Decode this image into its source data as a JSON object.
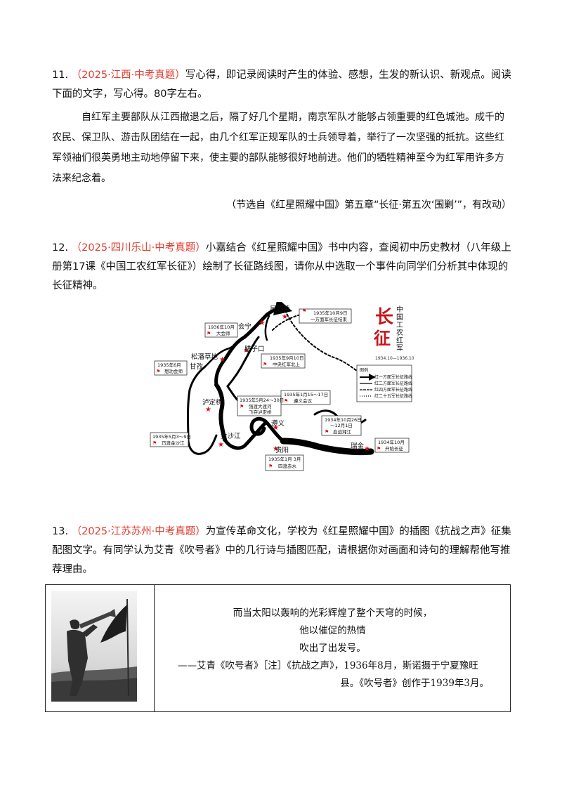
{
  "q11": {
    "num": "11.",
    "source": "（2025·江西·中考真题）",
    "prompt": "写心得，即记录阅读时产生的体验、感想，生发的新认识、新观点。阅读下面的文字，写心得。80字左右。",
    "passage": "自红军主要部队从江西撤退之后，隔了好几个星期，南京军队才能够占领重要的红色城池。成千的农民、保卫队、游击队团结在一起，由几个红军正规军队的士兵领导着，举行了一次坚强的抵抗。这些红军领袖们很英勇地主动地停留下来，使主要的部队能够很好地前进。他们的牺牲精神至今为红军用许多方法来纪念着。",
    "citation": "（节选自《红星照耀中国》第五章“长征·第五次‘围剿’”，有改动）"
  },
  "q12": {
    "num": "12.",
    "source": "（2025·四川乐山·中考真题）",
    "prompt": "小嘉结合《红星照耀中国》书中内容，查阅初中历史教材（八年级上册第17课《中国工农红军长征》）绘制了长征路线图，请你从中选取一个事件向同学们分析其中体现的长征精神。"
  },
  "map": {
    "title": "中国工农红军",
    "calligraphy": "长征",
    "dates": "1934.10—1936.10",
    "places": {
      "wuqizhen": "吴起镇",
      "huining": "会宁",
      "lazikou": "腊子口",
      "songpan": "松潘草地",
      "ganzi": "甘孜",
      "luding": "泸定桥",
      "jinsha": "金沙江",
      "zunyi": "遵义",
      "guiyang": "贵阳",
      "ruijin": "瑞金"
    },
    "events": {
      "e1": [
        "1935年10月9日",
        "一方面军长征结束"
      ],
      "e2": [
        "1936年10月",
        "大会师"
      ],
      "e3": [
        "1935年9月10日",
        "中央红军北上"
      ],
      "e4": [
        "1935年6月",
        "懋功会师"
      ],
      "e5": [
        "1935年1月15～17日",
        "遵义会议"
      ],
      "e6": [
        "1935年5月24～30日",
        "强渡大渡河",
        "飞夺泸定桥"
      ],
      "e7": [
        "1934年10月26日",
        "～12月1日",
        "血战湘江"
      ],
      "e8": [
        "1935年5月3～9日",
        "巧渡金沙江"
      ],
      "e9": [
        "1935年1月 3月",
        "四渡赤水"
      ],
      "e10": [
        "1934年10月",
        "开始长征"
      ]
    },
    "legend": {
      "title": "图例",
      "items": [
        "红一方面军长征路线",
        "红二方面军长征路线",
        "红四方面军长征路线",
        "红二十五军长征路线"
      ]
    }
  },
  "q13": {
    "num": "13.",
    "source": "（2025·江苏苏州·中考真题）",
    "prompt": "为宣传革命文化，学校为《红星照耀中国》的插图《抗战之声》征集配图文字。有同学认为艾青《吹号者》中的几行诗与插图匹配，请根据你对画面和诗句的理解帮他写推荐理由。",
    "poem": [
      "而当太阳以轰响的光彩辉煌了整个天穹的时候，",
      "他以催促的热情",
      "吹出了出发号。"
    ],
    "ref": "——艾青《吹号者》［注］《抗战之声》，1936年8月，斯诺摄于宁夏豫旺",
    "ref2": "县。《吹号者》创作于1939年3月。"
  }
}
